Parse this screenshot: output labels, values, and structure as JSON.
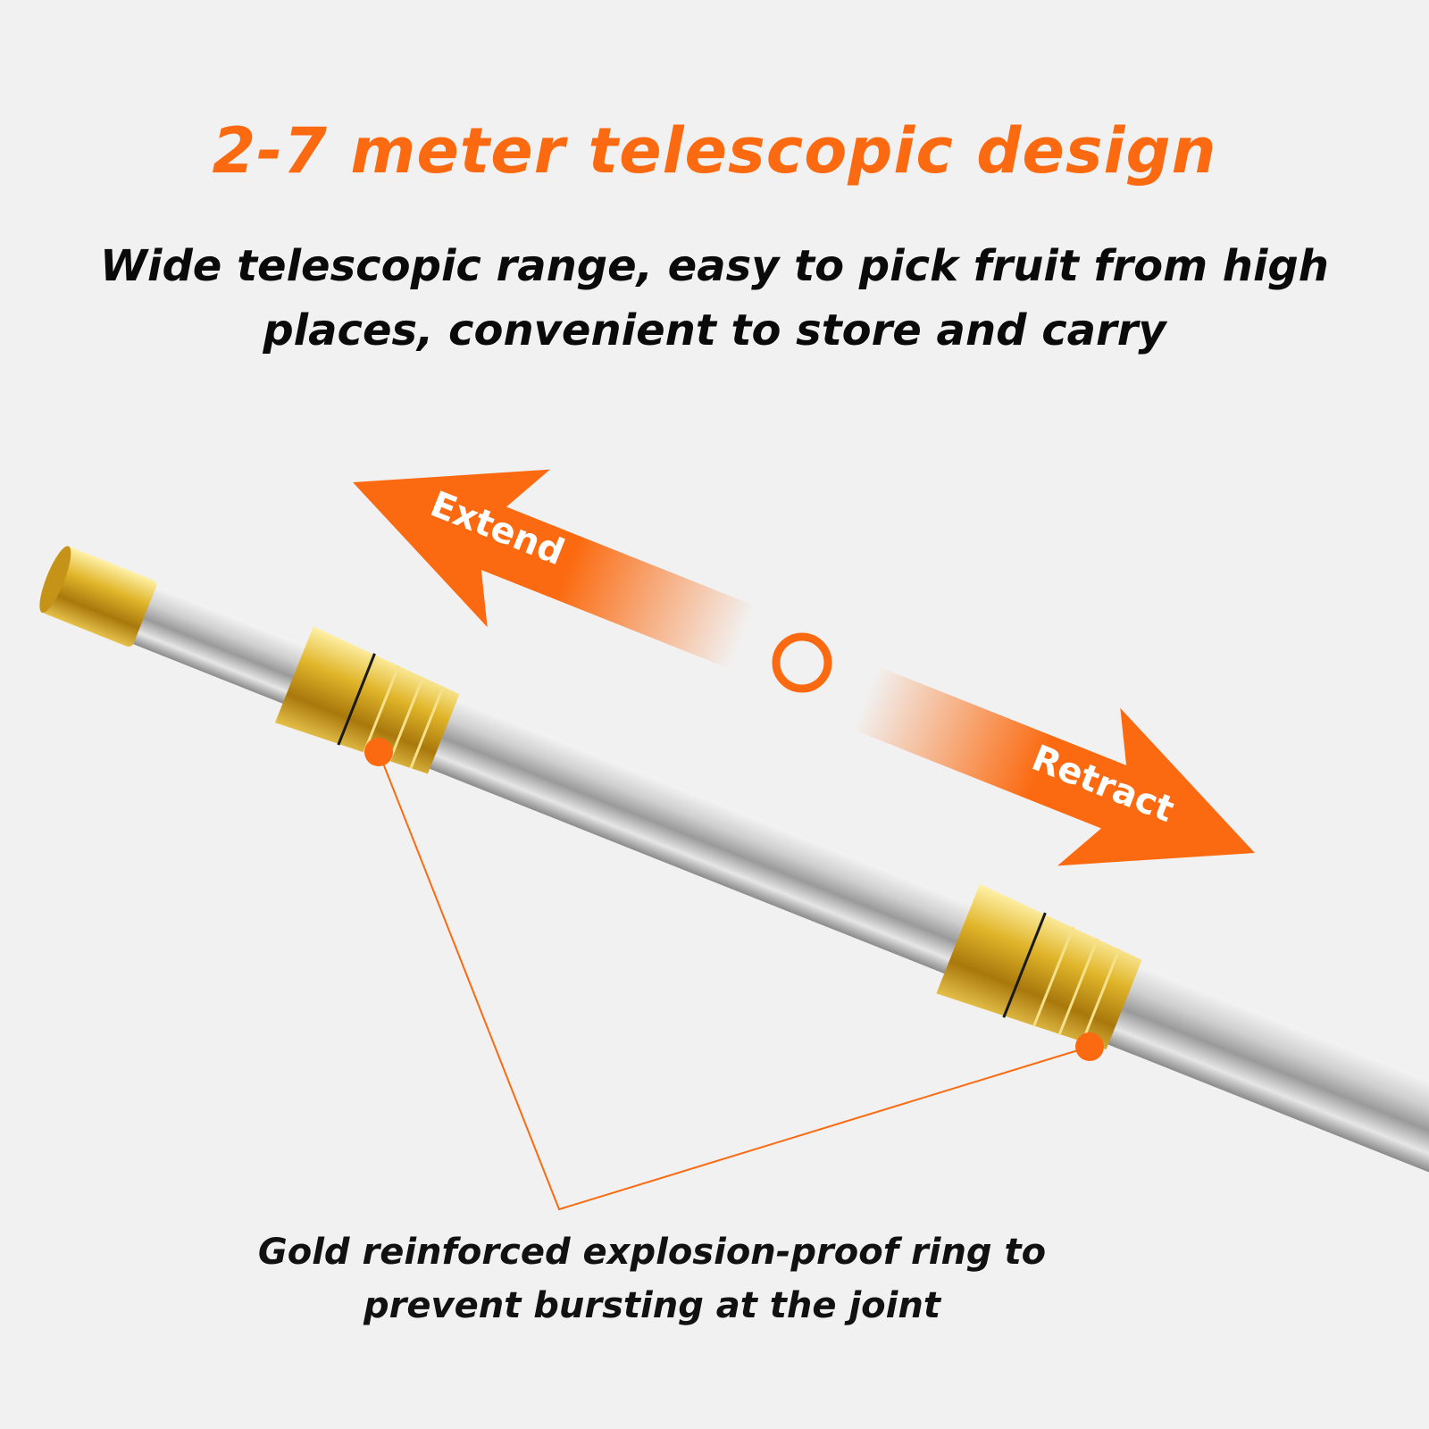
{
  "headline": "2-7 meter telescopic design",
  "subheadline": "Wide telescopic range, easy to pick fruit from high places, convenient to store and carry",
  "arrow_labels": {
    "extend": "Extend",
    "retract": "Retract"
  },
  "callout": "Gold reinforced explosion-proof ring to prevent bursting at the joint",
  "colors": {
    "accent": "#fb6a10",
    "ring_gold": "#d6a51c",
    "pole_silver": "#b8b8b8",
    "background": "#f2f1f1"
  }
}
